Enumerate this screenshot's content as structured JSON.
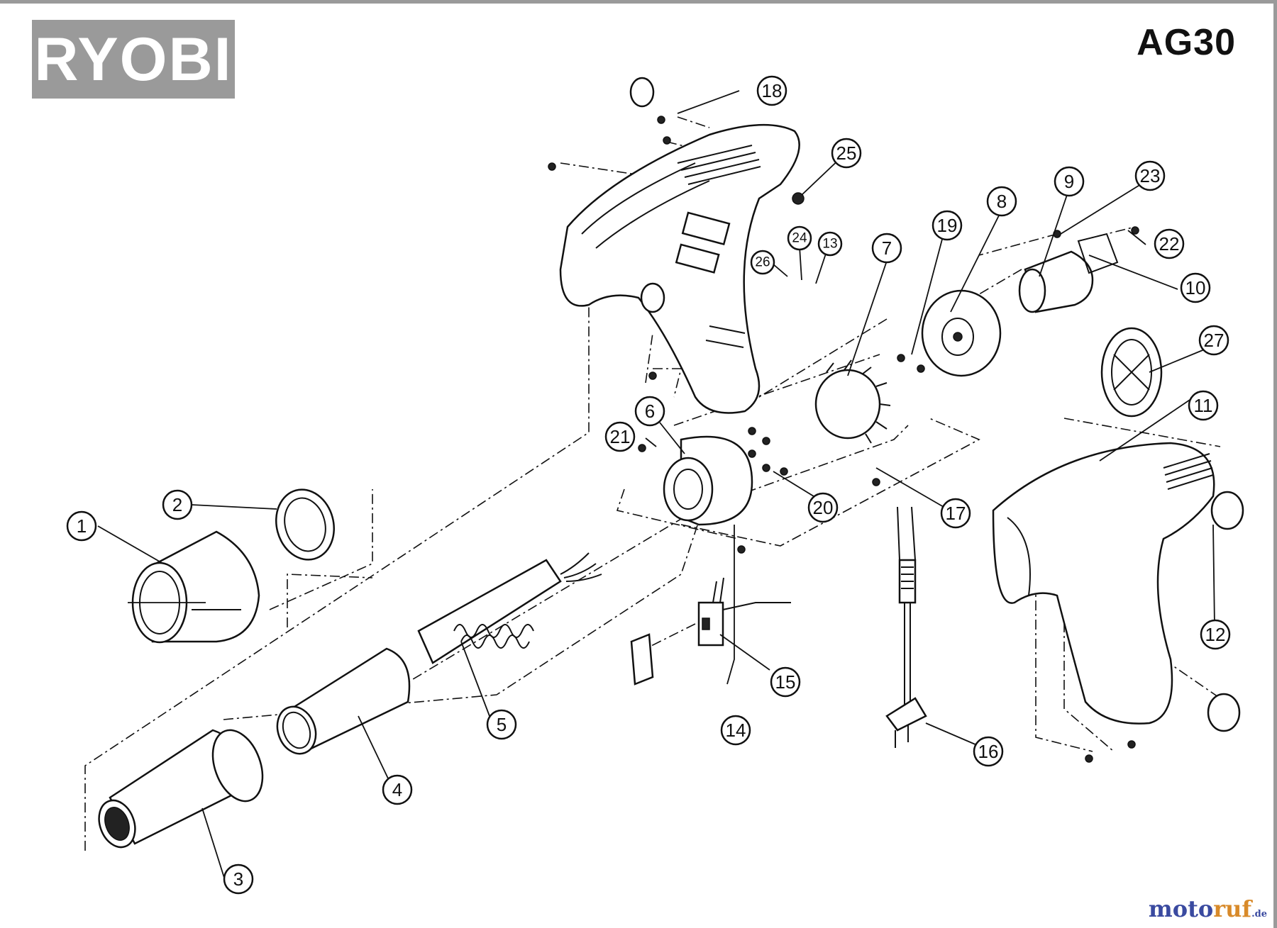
{
  "brand": {
    "logo_text": "RYOBI",
    "logo_bg": "#9a9a9a",
    "logo_fg": "#ffffff"
  },
  "model": "AG30",
  "watermark": {
    "part_a": "moto",
    "part_b": "ruf",
    "suffix": ".de"
  },
  "callouts": [
    "1",
    "2",
    "3",
    "4",
    "5",
    "6",
    "7",
    "8",
    "9",
    "10",
    "11",
    "12",
    "13",
    "14",
    "15",
    "16",
    "17",
    "18",
    "19",
    "20",
    "21",
    "22",
    "23",
    "24",
    "25",
    "26",
    "27"
  ]
}
